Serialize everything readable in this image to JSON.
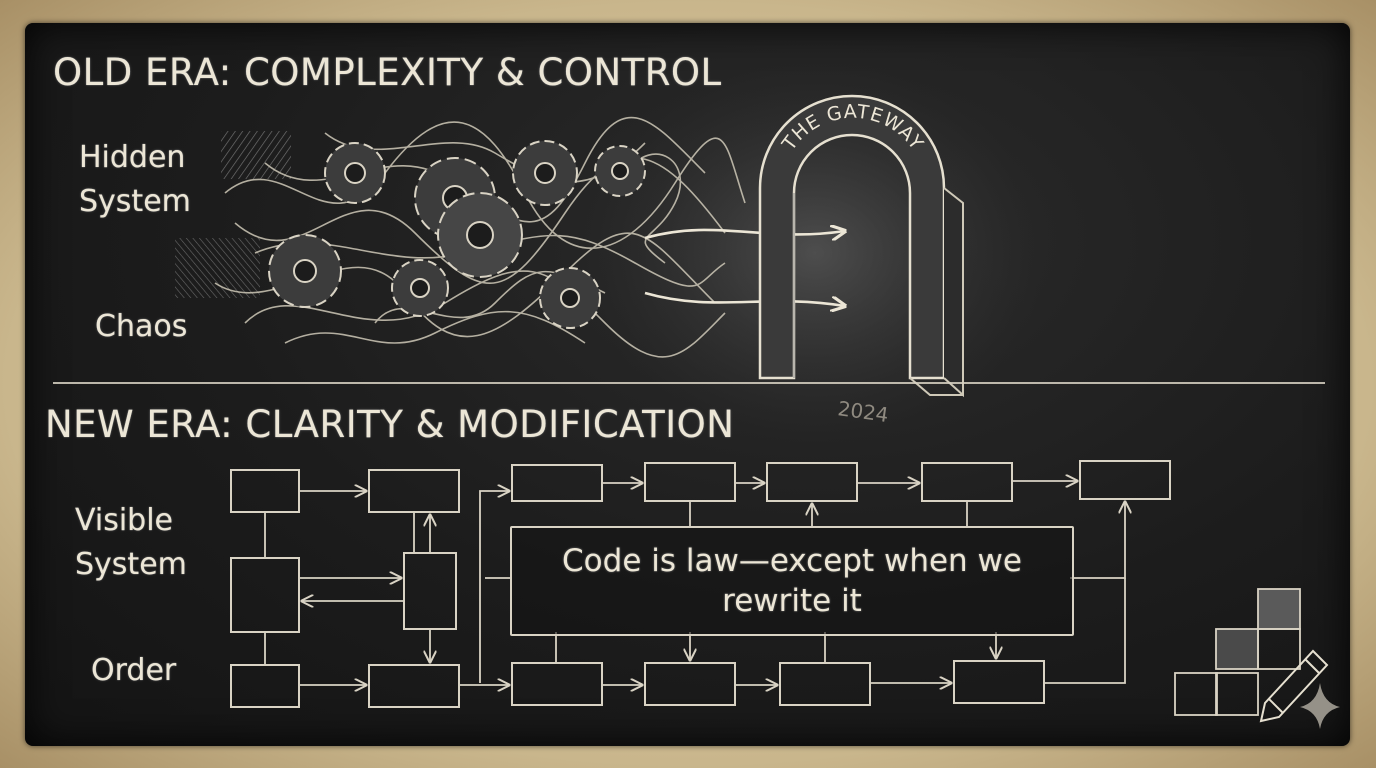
{
  "old_era": {
    "heading": "OLD ERA: COMPLEXITY & CONTROL",
    "label_top_line1": "Hidden",
    "label_top_line2": "System",
    "label_bottom": "Chaos"
  },
  "gateway": {
    "label": "THE GATEWAY",
    "year": "2024"
  },
  "new_era": {
    "heading": "NEW ERA: CLARITY & MODIFICATION",
    "label_top_line1": "Visible",
    "label_top_line2": "System",
    "label_bottom": "Order",
    "quote_line1": "Code is law—except when we",
    "quote_line2": "rewrite it"
  },
  "colors": {
    "board": "#1c1c1c",
    "chalk": "#ece6d6",
    "frame": "#cdbb95"
  }
}
